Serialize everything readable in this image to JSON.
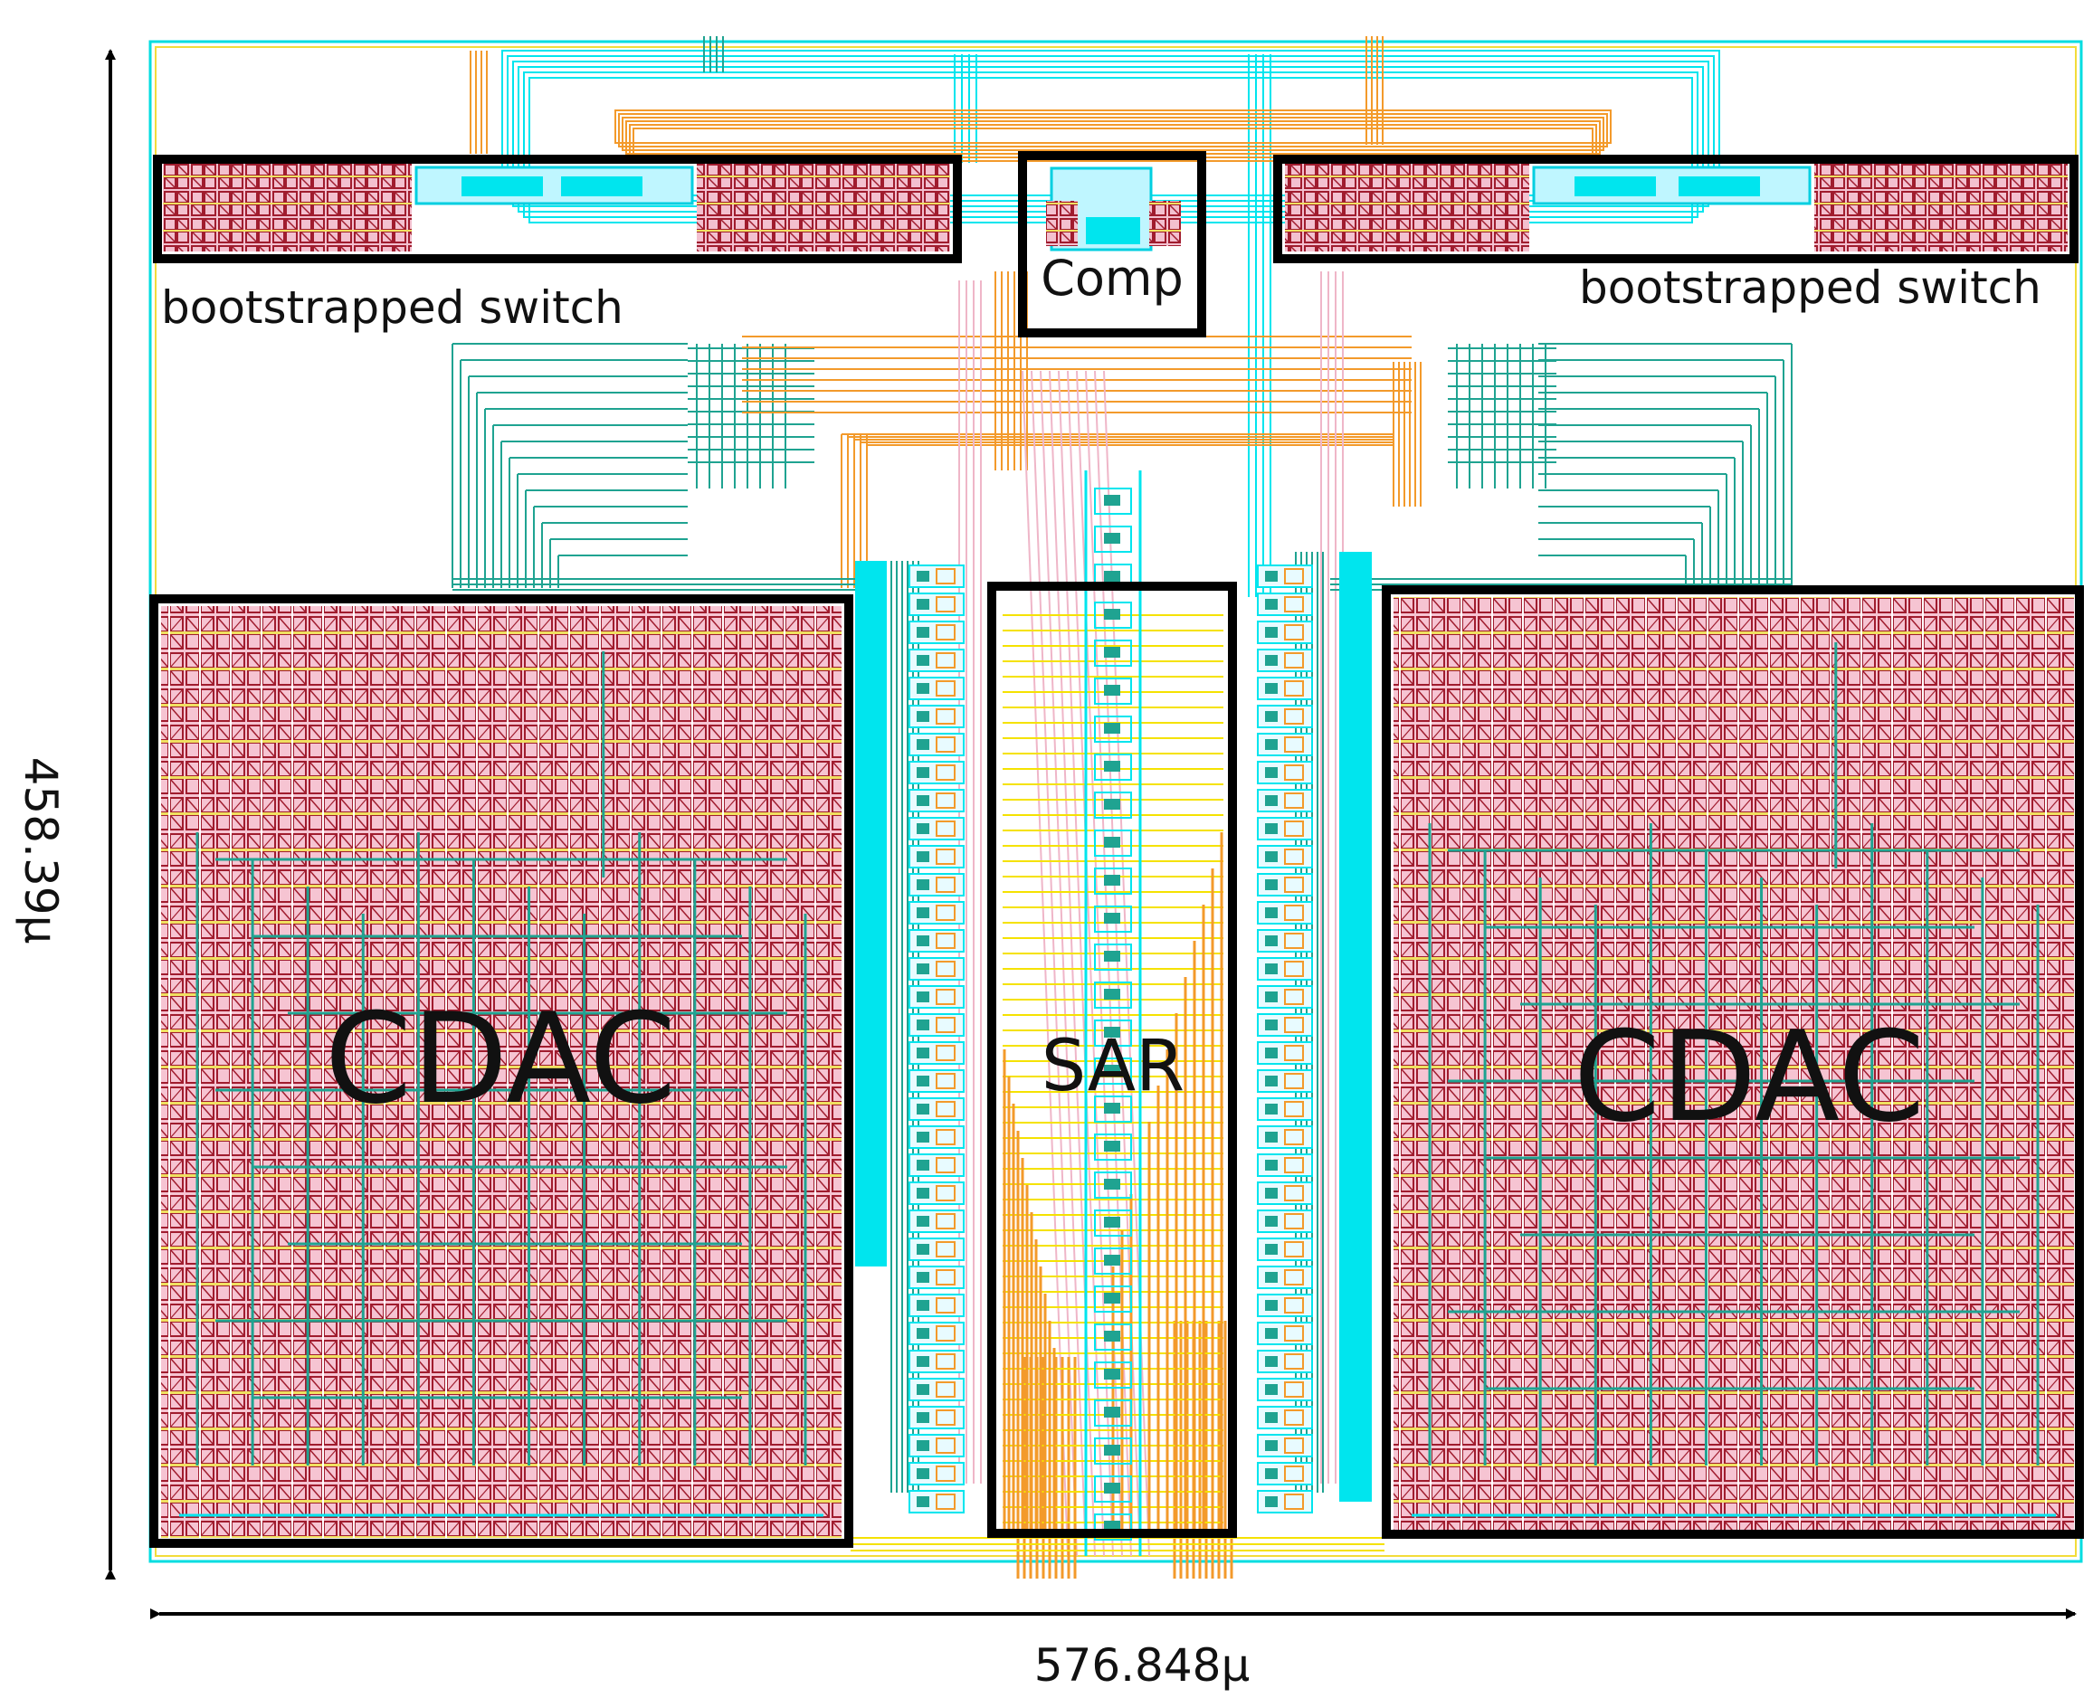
{
  "labels": {
    "switch_left": "bootstrapped switch",
    "switch_right": "bootstrapped switch",
    "comp": "Comp",
    "sar": "SAR",
    "cdac_left": "CDAC",
    "cdac_right": "CDAC",
    "height_dim": "458.39μ",
    "width_dim": "576.848μ"
  },
  "colors": {
    "cyan": "#00e5ee",
    "orange": "#f39a2b",
    "teal": "#1fa391",
    "pink": "#efb6c8",
    "maroon": "#9a1a2b",
    "yellow": "#f5e200",
    "outline": "#000000"
  }
}
